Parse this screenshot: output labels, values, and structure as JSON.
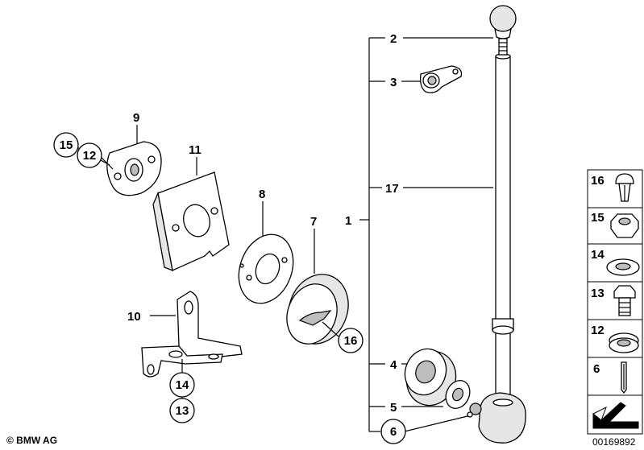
{
  "callouts": {
    "c1": "1",
    "c2": "2",
    "c3": "3",
    "c4": "4",
    "c5": "5",
    "c6": "6",
    "c7": "7",
    "c8": "8",
    "c9": "9",
    "c10": "10",
    "c11": "11",
    "c12": "12",
    "c13": "13",
    "c14": "14",
    "c15": "15",
    "c16": "16",
    "c17": "17"
  },
  "legend": {
    "items": [
      "16",
      "15",
      "14",
      "13",
      "12",
      "6"
    ]
  },
  "footer": {
    "copyright": "© BMW AG",
    "image_number": "00169892"
  },
  "icons": [
    "arrow-icon"
  ]
}
